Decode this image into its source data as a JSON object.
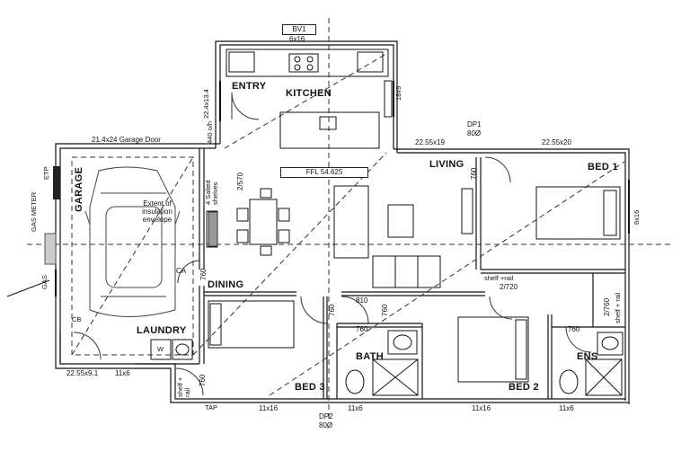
{
  "rooms": {
    "kitchen": "KITCHEN",
    "entry": "ENTRY",
    "living": "LIVING",
    "bed1": "BED 1",
    "garage": "GARAGE",
    "dining": "DINING",
    "laundry": "LAUNDRY",
    "bath": "BATH",
    "bed3": "BED 3",
    "bed2": "BED 2",
    "ens": "ENS"
  },
  "labels": {
    "bv1": "BV1",
    "bv1_size": "6x16",
    "dp1": "DP1",
    "dp1_size": "80Ø",
    "dp2": "DP2",
    "dp2_size": "80Ø",
    "ffl": "FFL 54.625",
    "garage_door": "21.4x24 Garage Door",
    "insulation": "Extent of insulation envelope",
    "gas_meter": "GAS METER",
    "etp": "ETP",
    "gas": "GAS",
    "salted_shelves": "4 Salted shelves",
    "shelf_rail_bed2": "shelf +rail",
    "shelf_rail_ens": "shelf + rail",
    "shelf_rail_laundry": "shelf + rail",
    "tap": "TAP",
    "ca": "CA",
    "cb": "CB",
    "w": "W",
    "door_2570": "2/570",
    "door_2720": "2/720",
    "door_2760": "2/760",
    "window_22_4x13": "22.4x13.4",
    "window_18x9": "18x9",
    "window_6x16_bed1": "6x16",
    "pantry_dim": "440 o/h"
  },
  "dimensions": {
    "top_living": "22.55x19",
    "top_bed1": "22.55x20",
    "bottom_garage_left": "22.55x9.1",
    "bottom_garage_right": "11x6",
    "bottom_bed3": "11x16",
    "bottom_bath": "11x6",
    "bottom_bed2": "11x16",
    "bottom_ens": "11x6",
    "door_760_living": "760",
    "door_760_dining": "760",
    "door_810": "810",
    "door_760_hall_a": "760",
    "door_760_hall_b": "760",
    "door_760_bath": "760",
    "door_760_ens": "760",
    "door_760_laundry": "760"
  }
}
